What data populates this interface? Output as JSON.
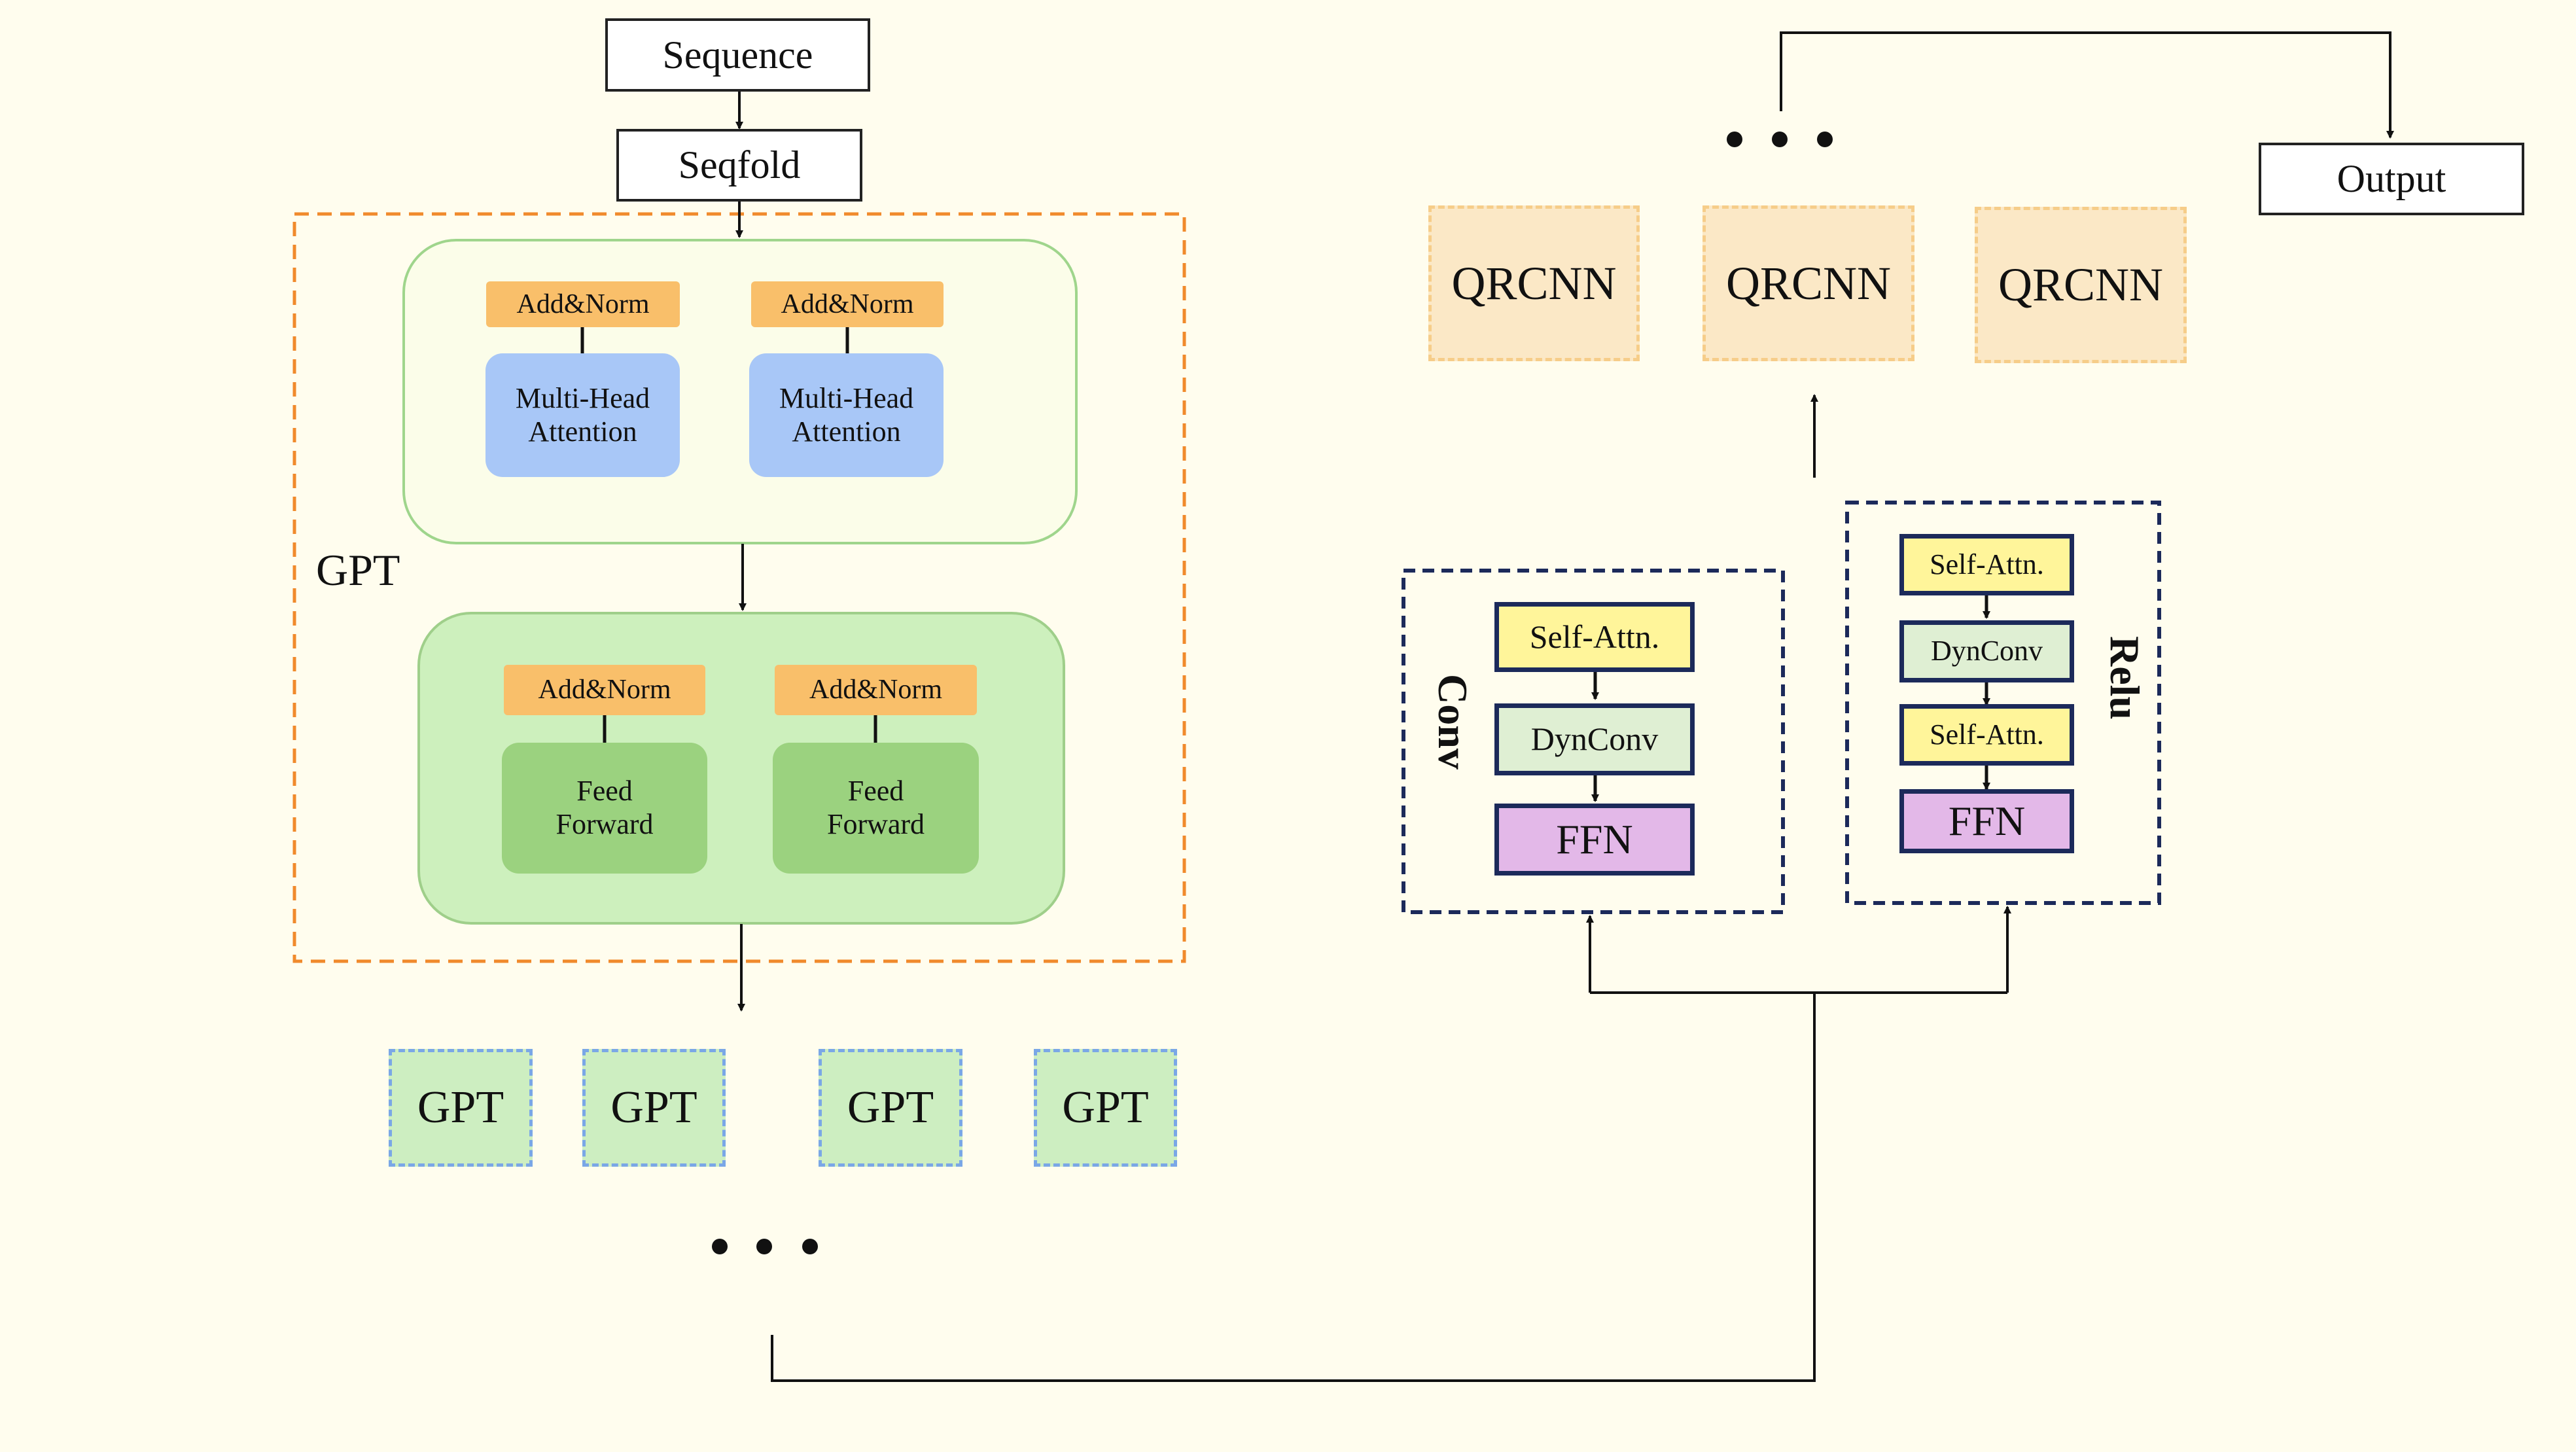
{
  "sequence_label": "Sequence",
  "seqfold_label": "Seqfold",
  "gpt_block_label": "GPT",
  "attention_block": {
    "add_norm_left": "Add&Norm",
    "add_norm_right": "Add&Norm",
    "attention_left": "Multi-Head Attention",
    "attention_right": "Multi-Head Attention"
  },
  "feedforward_block": {
    "add_norm_left": "Add&Norm",
    "add_norm_right": "Add&Norm",
    "ff_left": "Feed Forward",
    "ff_right": "Feed Forward"
  },
  "gpt_stack": [
    "GPT",
    "GPT",
    "GPT",
    "GPT"
  ],
  "conv_group": {
    "label": "Conv",
    "self_attn": "Self-Attn.",
    "dynconv": "DynConv",
    "ffn": "FFN"
  },
  "relu_group": {
    "label": "Relu",
    "self_attn_1": "Self-Attn.",
    "dynconv": "DynConv",
    "self_attn_2": "Self-Attn.",
    "ffn": "FFN"
  },
  "qrcnn_stack": [
    "QRCNN",
    "QRCNN",
    "QRCNN"
  ],
  "output_label": "Output",
  "colors": {
    "background": "#fffdee",
    "gpt_dashed_border": "#f08a2c",
    "add_norm": "#f9bf6a",
    "attention": "#a8c7f7",
    "attention_panel": "#fbfde9",
    "ff_panel": "#cdf0bd",
    "feed_forward": "#9bd27f",
    "self_attn": "#fff59a",
    "dynconv": "#dfefd3",
    "ffn": "#e3b8e8",
    "qrcnn": "#fbe8c6"
  }
}
